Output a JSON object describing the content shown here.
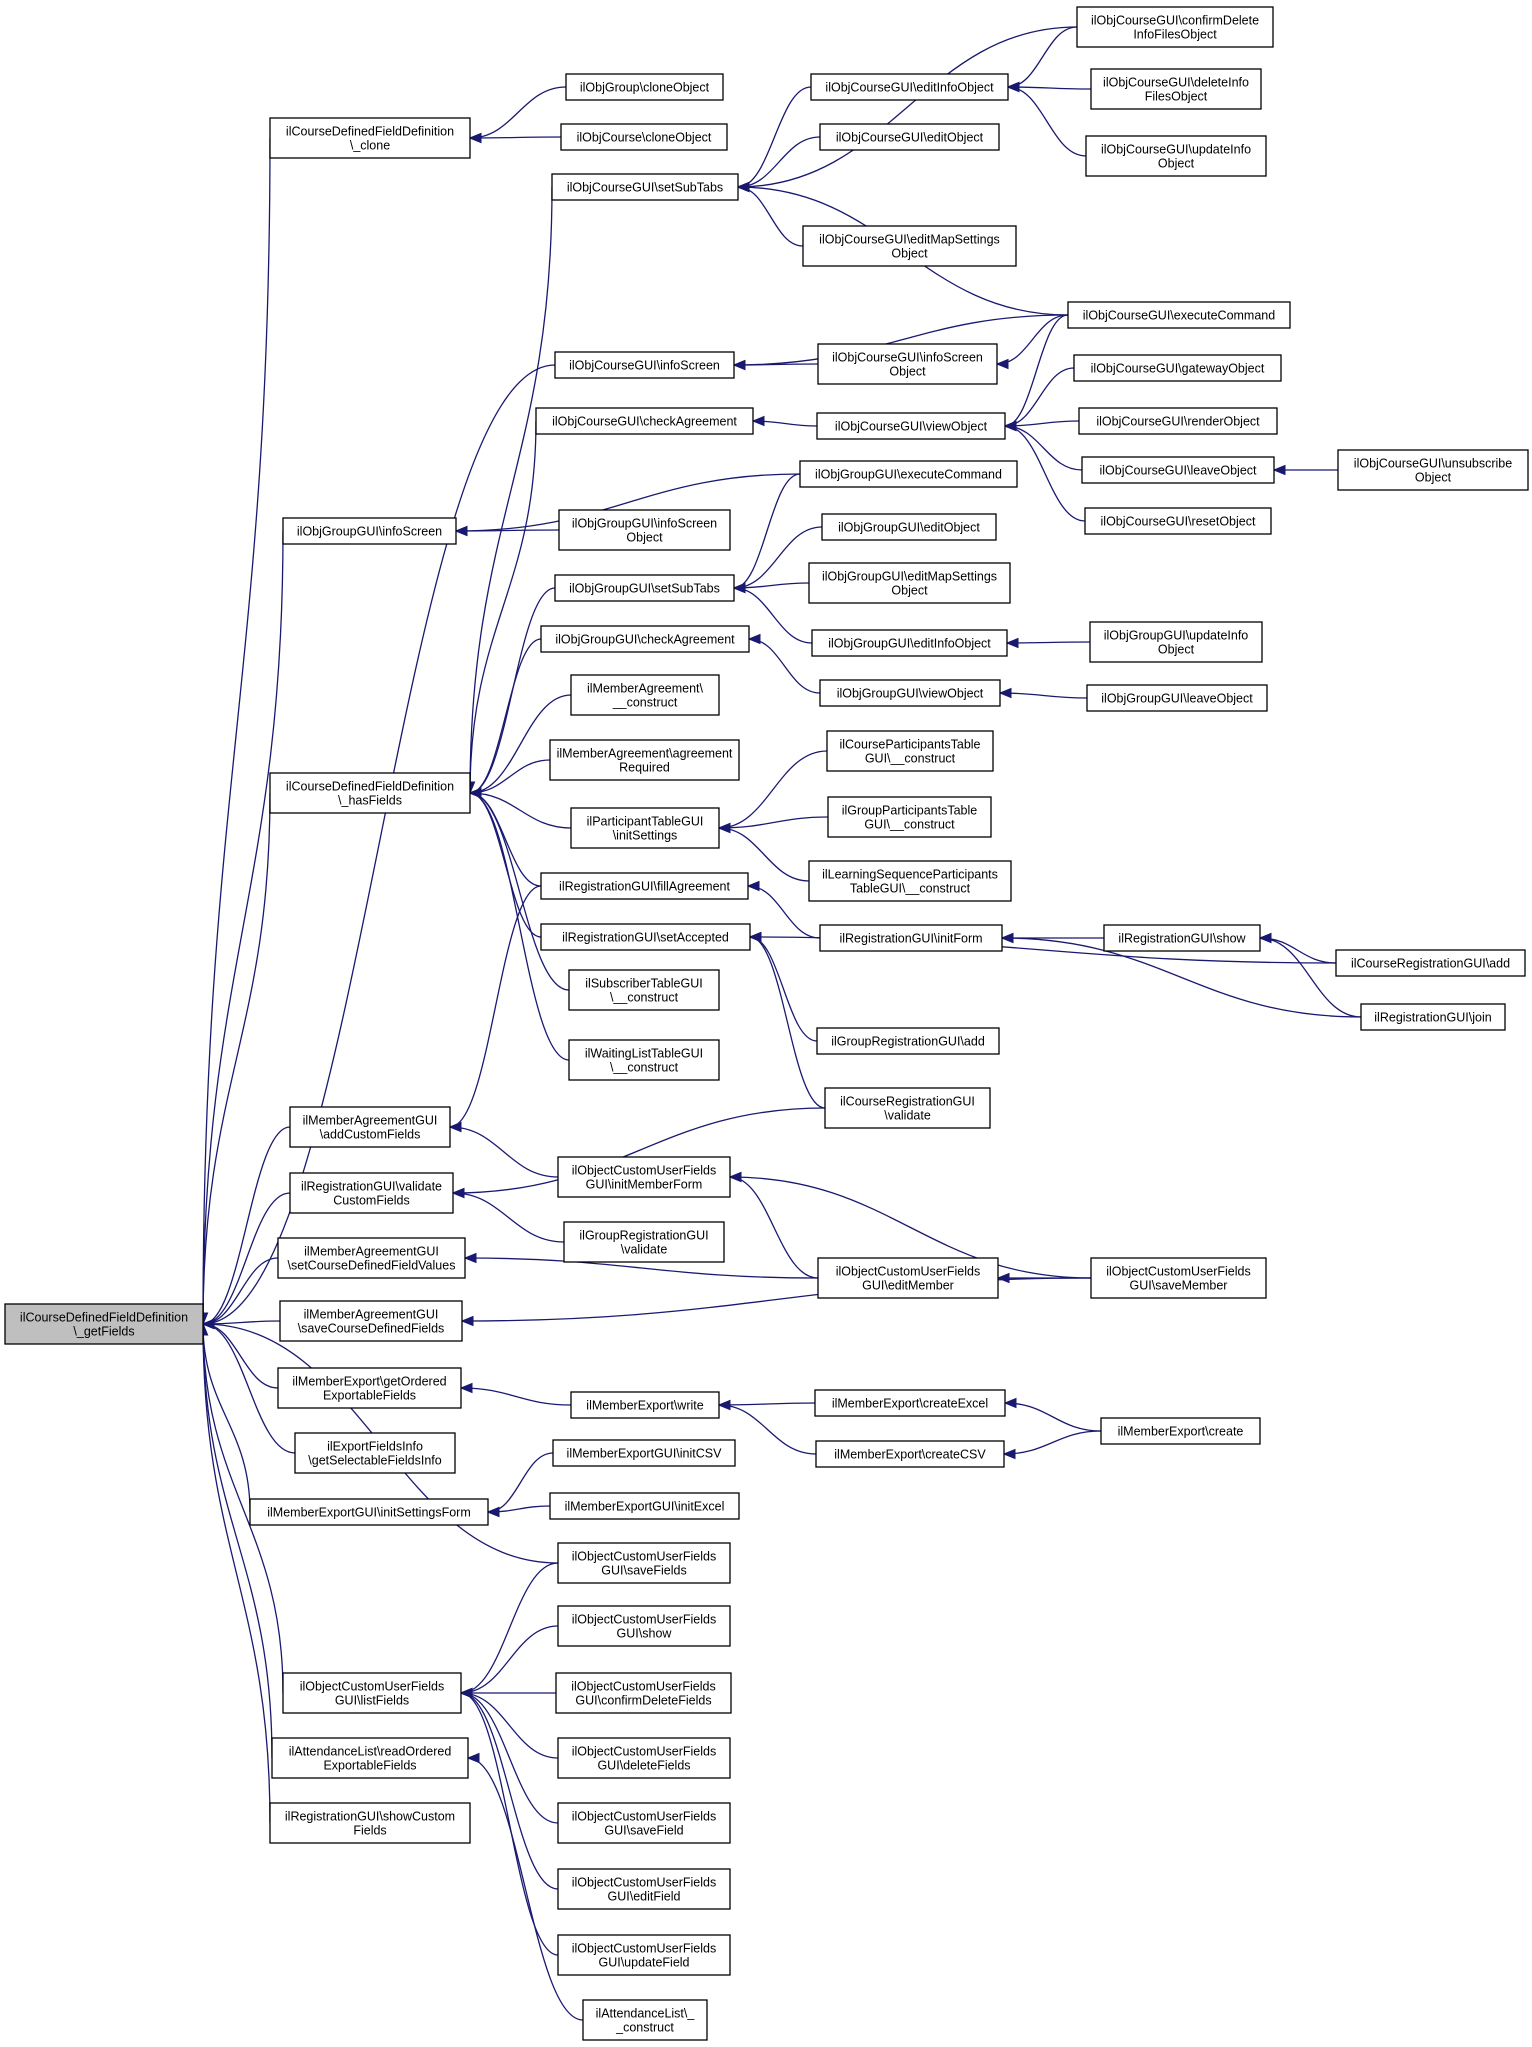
{
  "graph": {
    "type": "call-graph",
    "nodes": [
      {
        "id": "getFields",
        "lines": [
          "ilCourseDefinedFieldDefinition",
          "\\_getFields"
        ],
        "root": true
      },
      {
        "id": "clone",
        "lines": [
          "ilCourseDefinedFieldDefinition",
          "\\_clone"
        ]
      },
      {
        "id": "grpClone",
        "lines": [
          "ilObjGroup\\cloneObject"
        ]
      },
      {
        "id": "crsClone",
        "lines": [
          "ilObjCourse\\cloneObject"
        ]
      },
      {
        "id": "crsConfirmDelete",
        "lines": [
          "ilObjCourseGUI\\confirmDelete",
          "InfoFilesObject"
        ]
      },
      {
        "id": "crsEditInfo",
        "lines": [
          "ilObjCourseGUI\\editInfoObject"
        ]
      },
      {
        "id": "crsDeleteInfo",
        "lines": [
          "ilObjCourseGUI\\deleteInfo",
          "FilesObject"
        ]
      },
      {
        "id": "crsEdit",
        "lines": [
          "ilObjCourseGUI\\editObject"
        ]
      },
      {
        "id": "crsUpdateInfo",
        "lines": [
          "ilObjCourseGUI\\updateInfo",
          "Object"
        ]
      },
      {
        "id": "crsSetSubTabs",
        "lines": [
          "ilObjCourseGUI\\setSubTabs"
        ]
      },
      {
        "id": "crsEditMap",
        "lines": [
          "ilObjCourseGUI\\editMapSettings",
          "Object"
        ]
      },
      {
        "id": "crsExecute",
        "lines": [
          "ilObjCourseGUI\\executeCommand"
        ]
      },
      {
        "id": "crsInfoScreen",
        "lines": [
          "ilObjCourseGUI\\infoScreen"
        ]
      },
      {
        "id": "crsInfoScreenObj",
        "lines": [
          "ilObjCourseGUI\\infoScreen",
          "Object"
        ]
      },
      {
        "id": "crsGateway",
        "lines": [
          "ilObjCourseGUI\\gatewayObject"
        ]
      },
      {
        "id": "crsCheckAgreement",
        "lines": [
          "ilObjCourseGUI\\checkAgreement"
        ]
      },
      {
        "id": "crsView",
        "lines": [
          "ilObjCourseGUI\\viewObject"
        ]
      },
      {
        "id": "crsRender",
        "lines": [
          "ilObjCourseGUI\\renderObject"
        ]
      },
      {
        "id": "crsLeave",
        "lines": [
          "ilObjCourseGUI\\leaveObject"
        ]
      },
      {
        "id": "crsUnsubscribe",
        "lines": [
          "ilObjCourseGUI\\unsubscribe",
          "Object"
        ]
      },
      {
        "id": "crsReset",
        "lines": [
          "ilObjCourseGUI\\resetObject"
        ]
      },
      {
        "id": "grpInfoScreen",
        "lines": [
          "ilObjGroupGUI\\infoScreen"
        ]
      },
      {
        "id": "grpExecute",
        "lines": [
          "ilObjGroupGUI\\executeCommand"
        ]
      },
      {
        "id": "grpInfoScreenObj",
        "lines": [
          "ilObjGroupGUI\\infoScreen",
          "Object"
        ]
      },
      {
        "id": "grpEdit",
        "lines": [
          "ilObjGroupGUI\\editObject"
        ]
      },
      {
        "id": "grpSetSubTabs",
        "lines": [
          "ilObjGroupGUI\\setSubTabs"
        ]
      },
      {
        "id": "grpEditMap",
        "lines": [
          "ilObjGroupGUI\\editMapSettings",
          "Object"
        ]
      },
      {
        "id": "grpEditInfo",
        "lines": [
          "ilObjGroupGUI\\editInfoObject"
        ]
      },
      {
        "id": "grpUpdateInfo",
        "lines": [
          "ilObjGroupGUI\\updateInfo",
          "Object"
        ]
      },
      {
        "id": "grpCheckAgreement",
        "lines": [
          "ilObjGroupGUI\\checkAgreement"
        ]
      },
      {
        "id": "grpView",
        "lines": [
          "ilObjGroupGUI\\viewObject"
        ]
      },
      {
        "id": "grpLeave",
        "lines": [
          "ilObjGroupGUI\\leaveObject"
        ]
      },
      {
        "id": "maConstruct",
        "lines": [
          "ilMemberAgreement\\",
          "__construct"
        ]
      },
      {
        "id": "maRequired",
        "lines": [
          "ilMemberAgreement\\agreement",
          "Required"
        ]
      },
      {
        "id": "hasFields",
        "lines": [
          "ilCourseDefinedFieldDefinition",
          "\\_hasFields"
        ]
      },
      {
        "id": "cptConstruct",
        "lines": [
          "ilCourseParticipantsTable",
          "GUI\\__construct"
        ]
      },
      {
        "id": "ptInit",
        "lines": [
          "ilParticipantTableGUI",
          "\\initSettings"
        ]
      },
      {
        "id": "gptConstruct",
        "lines": [
          "ilGroupParticipantsTable",
          "GUI\\__construct"
        ]
      },
      {
        "id": "lsptConstruct",
        "lines": [
          "ilLearningSequenceParticipants",
          "TableGUI\\__construct"
        ]
      },
      {
        "id": "regFill",
        "lines": [
          "ilRegistrationGUI\\fillAgreement"
        ]
      },
      {
        "id": "regInitForm",
        "lines": [
          "ilRegistrationGUI\\initForm"
        ]
      },
      {
        "id": "regShow",
        "lines": [
          "ilRegistrationGUI\\show"
        ]
      },
      {
        "id": "regSetAccepted",
        "lines": [
          "ilRegistrationGUI\\setAccepted"
        ]
      },
      {
        "id": "crsRegAdd",
        "lines": [
          "ilCourseRegistrationGUI\\add"
        ]
      },
      {
        "id": "regJoin",
        "lines": [
          "ilRegistrationGUI\\join"
        ]
      },
      {
        "id": "subConstruct",
        "lines": [
          "ilSubscriberTableGUI",
          "\\__construct"
        ]
      },
      {
        "id": "grpRegAdd",
        "lines": [
          "ilGroupRegistrationGUI\\add"
        ]
      },
      {
        "id": "wlConstruct",
        "lines": [
          "ilWaitingListTableGUI",
          "\\__construct"
        ]
      },
      {
        "id": "magAdd",
        "lines": [
          "ilMemberAgreementGUI",
          "\\addCustomFields"
        ]
      },
      {
        "id": "crsRegValidate",
        "lines": [
          "ilCourseRegistrationGUI",
          "\\validate"
        ]
      },
      {
        "id": "regValidate",
        "lines": [
          "ilRegistrationGUI\\validate",
          "CustomFields"
        ]
      },
      {
        "id": "ocufInitMember",
        "lines": [
          "ilObjectCustomUserFields",
          "GUI\\initMemberForm"
        ]
      },
      {
        "id": "grpRegValidate",
        "lines": [
          "ilGroupRegistrationGUI",
          "\\validate"
        ]
      },
      {
        "id": "magSetValues",
        "lines": [
          "ilMemberAgreementGUI",
          "\\setCourseDefinedFieldValues"
        ]
      },
      {
        "id": "ocufEditMember",
        "lines": [
          "ilObjectCustomUserFields",
          "GUI\\editMember"
        ]
      },
      {
        "id": "ocufSaveMember",
        "lines": [
          "ilObjectCustomUserFields",
          "GUI\\saveMember"
        ]
      },
      {
        "id": "magSave",
        "lines": [
          "ilMemberAgreementGUI",
          "\\saveCourseDefinedFields"
        ]
      },
      {
        "id": "meGetOrdered",
        "lines": [
          "ilMemberExport\\getOrdered",
          "ExportableFields"
        ]
      },
      {
        "id": "meWrite",
        "lines": [
          "ilMemberExport\\write"
        ]
      },
      {
        "id": "meCreateExcel",
        "lines": [
          "ilMemberExport\\createExcel"
        ]
      },
      {
        "id": "meCreate",
        "lines": [
          "ilMemberExport\\create"
        ]
      },
      {
        "id": "meCreateCSV",
        "lines": [
          "ilMemberExport\\createCSV"
        ]
      },
      {
        "id": "efiGet",
        "lines": [
          "ilExportFieldsInfo",
          "\\getSelectableFieldsInfo"
        ]
      },
      {
        "id": "megInitCSV",
        "lines": [
          "ilMemberExportGUI\\initCSV"
        ]
      },
      {
        "id": "megInitSettings",
        "lines": [
          "ilMemberExportGUI\\initSettingsForm"
        ]
      },
      {
        "id": "megInitExcel",
        "lines": [
          "ilMemberExportGUI\\initExcel"
        ]
      },
      {
        "id": "ocufSaveFields",
        "lines": [
          "ilObjectCustomUserFields",
          "GUI\\saveFields"
        ]
      },
      {
        "id": "ocufShow",
        "lines": [
          "ilObjectCustomUserFields",
          "GUI\\show"
        ]
      },
      {
        "id": "ocufList",
        "lines": [
          "ilObjectCustomUserFields",
          "GUI\\listFields"
        ]
      },
      {
        "id": "ocufConfirmDelete",
        "lines": [
          "ilObjectCustomUserFields",
          "GUI\\confirmDeleteFields"
        ]
      },
      {
        "id": "ocufDeleteFields",
        "lines": [
          "ilObjectCustomUserFields",
          "GUI\\deleteFields"
        ]
      },
      {
        "id": "alReadOrdered",
        "lines": [
          "ilAttendanceList\\readOrdered",
          "ExportableFields"
        ]
      },
      {
        "id": "ocufSaveField",
        "lines": [
          "ilObjectCustomUserFields",
          "GUI\\saveField"
        ]
      },
      {
        "id": "regShowCustom",
        "lines": [
          "ilRegistrationGUI\\showCustom",
          "Fields"
        ]
      },
      {
        "id": "ocufEditField",
        "lines": [
          "ilObjectCustomUserFields",
          "GUI\\editField"
        ]
      },
      {
        "id": "ocufUpdateField",
        "lines": [
          "ilObjectCustomUserFields",
          "GUI\\updateField"
        ]
      },
      {
        "id": "alConstruct",
        "lines": [
          "ilAttendanceList\\_",
          "_construct"
        ]
      }
    ],
    "edges": [
      {
        "from": "getFields",
        "to": "clone"
      },
      {
        "from": "getFields",
        "to": "crsInfoScreen"
      },
      {
        "from": "getFields",
        "to": "grpInfoScreen"
      },
      {
        "from": "getFields",
        "to": "hasFields"
      },
      {
        "from": "getFields",
        "to": "magAdd"
      },
      {
        "from": "getFields",
        "to": "regValidate"
      },
      {
        "from": "getFields",
        "to": "magSetValues"
      },
      {
        "from": "getFields",
        "to": "magSave"
      },
      {
        "from": "getFields",
        "to": "meGetOrdered"
      },
      {
        "from": "getFields",
        "to": "efiGet"
      },
      {
        "from": "getFields",
        "to": "megInitSettings"
      },
      {
        "from": "getFields",
        "to": "ocufSaveFields"
      },
      {
        "from": "getFields",
        "to": "ocufList"
      },
      {
        "from": "getFields",
        "to": "alReadOrdered"
      },
      {
        "from": "getFields",
        "to": "regShowCustom"
      },
      {
        "from": "clone",
        "to": "grpClone"
      },
      {
        "from": "clone",
        "to": "crsClone"
      },
      {
        "from": "crsEditInfo",
        "to": "crsConfirmDelete"
      },
      {
        "from": "crsEditInfo",
        "to": "crsDeleteInfo"
      },
      {
        "from": "crsEditInfo",
        "to": "crsUpdateInfo"
      },
      {
        "from": "crsSetSubTabs",
        "to": "crsConfirmDelete"
      },
      {
        "from": "crsSetSubTabs",
        "to": "crsEditInfo"
      },
      {
        "from": "crsSetSubTabs",
        "to": "crsEdit"
      },
      {
        "from": "crsSetSubTabs",
        "to": "crsEditMap"
      },
      {
        "from": "crsSetSubTabs",
        "to": "crsExecute"
      },
      {
        "from": "crsInfoScreen",
        "to": "crsInfoScreenObj"
      },
      {
        "from": "crsInfoScreen",
        "to": "crsExecute"
      },
      {
        "from": "crsInfoScreenObj",
        "to": "crsExecute"
      },
      {
        "from": "crsCheckAgreement",
        "to": "crsView"
      },
      {
        "from": "crsView",
        "to": "crsExecute"
      },
      {
        "from": "crsView",
        "to": "crsGateway"
      },
      {
        "from": "crsView",
        "to": "crsRender"
      },
      {
        "from": "crsView",
        "to": "crsLeave"
      },
      {
        "from": "crsView",
        "to": "crsReset"
      },
      {
        "from": "crsLeave",
        "to": "crsUnsubscribe"
      },
      {
        "from": "grpInfoScreen",
        "to": "grpExecute"
      },
      {
        "from": "grpInfoScreen",
        "to": "grpInfoScreenObj"
      },
      {
        "from": "grpSetSubTabs",
        "to": "grpExecute"
      },
      {
        "from": "grpSetSubTabs",
        "to": "grpEdit"
      },
      {
        "from": "grpSetSubTabs",
        "to": "grpEditMap"
      },
      {
        "from": "grpSetSubTabs",
        "to": "grpEditInfo"
      },
      {
        "from": "grpEditInfo",
        "to": "grpUpdateInfo"
      },
      {
        "from": "grpCheckAgreement",
        "to": "grpView"
      },
      {
        "from": "grpView",
        "to": "grpLeave"
      },
      {
        "from": "hasFields",
        "to": "crsSetSubTabs"
      },
      {
        "from": "hasFields",
        "to": "crsCheckAgreement"
      },
      {
        "from": "hasFields",
        "to": "grpSetSubTabs"
      },
      {
        "from": "hasFields",
        "to": "grpCheckAgreement"
      },
      {
        "from": "hasFields",
        "to": "maConstruct"
      },
      {
        "from": "hasFields",
        "to": "maRequired"
      },
      {
        "from": "hasFields",
        "to": "ptInit"
      },
      {
        "from": "hasFields",
        "to": "regFill"
      },
      {
        "from": "hasFields",
        "to": "regSetAccepted"
      },
      {
        "from": "hasFields",
        "to": "subConstruct"
      },
      {
        "from": "hasFields",
        "to": "wlConstruct"
      },
      {
        "from": "ptInit",
        "to": "cptConstruct"
      },
      {
        "from": "ptInit",
        "to": "gptConstruct"
      },
      {
        "from": "ptInit",
        "to": "lsptConstruct"
      },
      {
        "from": "regFill",
        "to": "regInitForm"
      },
      {
        "from": "regInitForm",
        "to": "regShow"
      },
      {
        "from": "regInitForm",
        "to": "regJoin"
      },
      {
        "from": "regShow",
        "to": "crsRegAdd"
      },
      {
        "from": "regShow",
        "to": "regJoin"
      },
      {
        "from": "regSetAccepted",
        "to": "crsRegAdd"
      },
      {
        "from": "regSetAccepted",
        "to": "grpRegAdd"
      },
      {
        "from": "regSetAccepted",
        "to": "crsRegValidate"
      },
      {
        "from": "magAdd",
        "to": "regFill"
      },
      {
        "from": "magAdd",
        "to": "ocufInitMember"
      },
      {
        "from": "regValidate",
        "to": "crsRegValidate"
      },
      {
        "from": "regValidate",
        "to": "grpRegValidate"
      },
      {
        "from": "ocufInitMember",
        "to": "ocufEditMember"
      },
      {
        "from": "ocufInitMember",
        "to": "ocufSaveMember"
      },
      {
        "from": "magSetValues",
        "to": "ocufEditMember"
      },
      {
        "from": "ocufEditMember",
        "to": "ocufSaveMember"
      },
      {
        "from": "magSave",
        "to": "ocufSaveMember"
      },
      {
        "from": "meGetOrdered",
        "to": "meWrite"
      },
      {
        "from": "meWrite",
        "to": "meCreateExcel"
      },
      {
        "from": "meWrite",
        "to": "meCreateCSV"
      },
      {
        "from": "meCreateExcel",
        "to": "meCreate"
      },
      {
        "from": "meCreateCSV",
        "to": "meCreate"
      },
      {
        "from": "megInitSettings",
        "to": "megInitCSV"
      },
      {
        "from": "megInitSettings",
        "to": "megInitExcel"
      },
      {
        "from": "ocufList",
        "to": "ocufSaveFields"
      },
      {
        "from": "ocufList",
        "to": "ocufShow"
      },
      {
        "from": "ocufList",
        "to": "ocufConfirmDelete"
      },
      {
        "from": "ocufList",
        "to": "ocufDeleteFields"
      },
      {
        "from": "ocufList",
        "to": "ocufSaveField"
      },
      {
        "from": "ocufList",
        "to": "ocufEditField"
      },
      {
        "from": "ocufList",
        "to": "ocufUpdateField"
      },
      {
        "from": "alReadOrdered",
        "to": "alConstruct"
      }
    ]
  },
  "colors": {
    "edge": "#191970",
    "node_fill": "#ffffff",
    "node_border": "#000000",
    "root_fill": "#bfbfbf"
  }
}
